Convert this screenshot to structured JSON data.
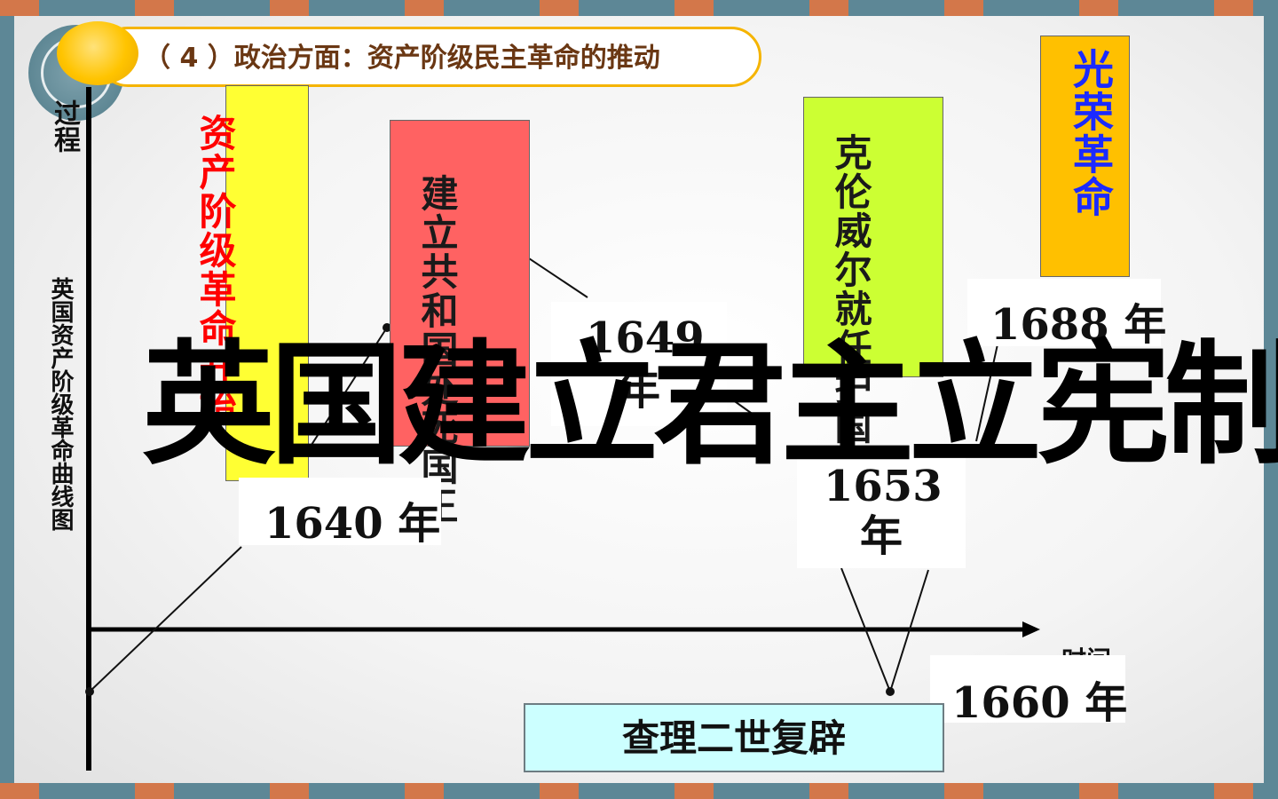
{
  "slide": {
    "title": "（ 4 ）政治方面：资产阶级民主革命的推动",
    "accent": "#f5b400",
    "frame_color": "#5d8796",
    "stripe_colors": [
      "#d3774a",
      "#5d8796",
      "#ebebeb"
    ]
  },
  "axes": {
    "y_label_top": "过程",
    "y_label": "英国资产阶级革命曲线图",
    "x_label": "时间"
  },
  "events": [
    {
      "text": "资产阶级革命开始",
      "color": "#ff0000",
      "box_color": "#ffff33",
      "year": "1640 年"
    },
    {
      "text": "建立共和国处死国王",
      "color": "#1a1a1a",
      "box_color": "#ff6262",
      "year": "1649 年"
    },
    {
      "text": "克伦威尔就任护国主",
      "color": "#1a1a1a",
      "box_color": "#ccff33",
      "year": "1653 年"
    },
    {
      "text": "查理二世复辟",
      "color": "#1a1a1a",
      "box_color": "#ccffff",
      "year": "1660 年"
    },
    {
      "text": "光荣革命",
      "color": "#1b2aff",
      "box_color": "#ffc000",
      "year": "1688 年"
    }
  ],
  "overlay_text": "英国建立君主立宪制"
}
